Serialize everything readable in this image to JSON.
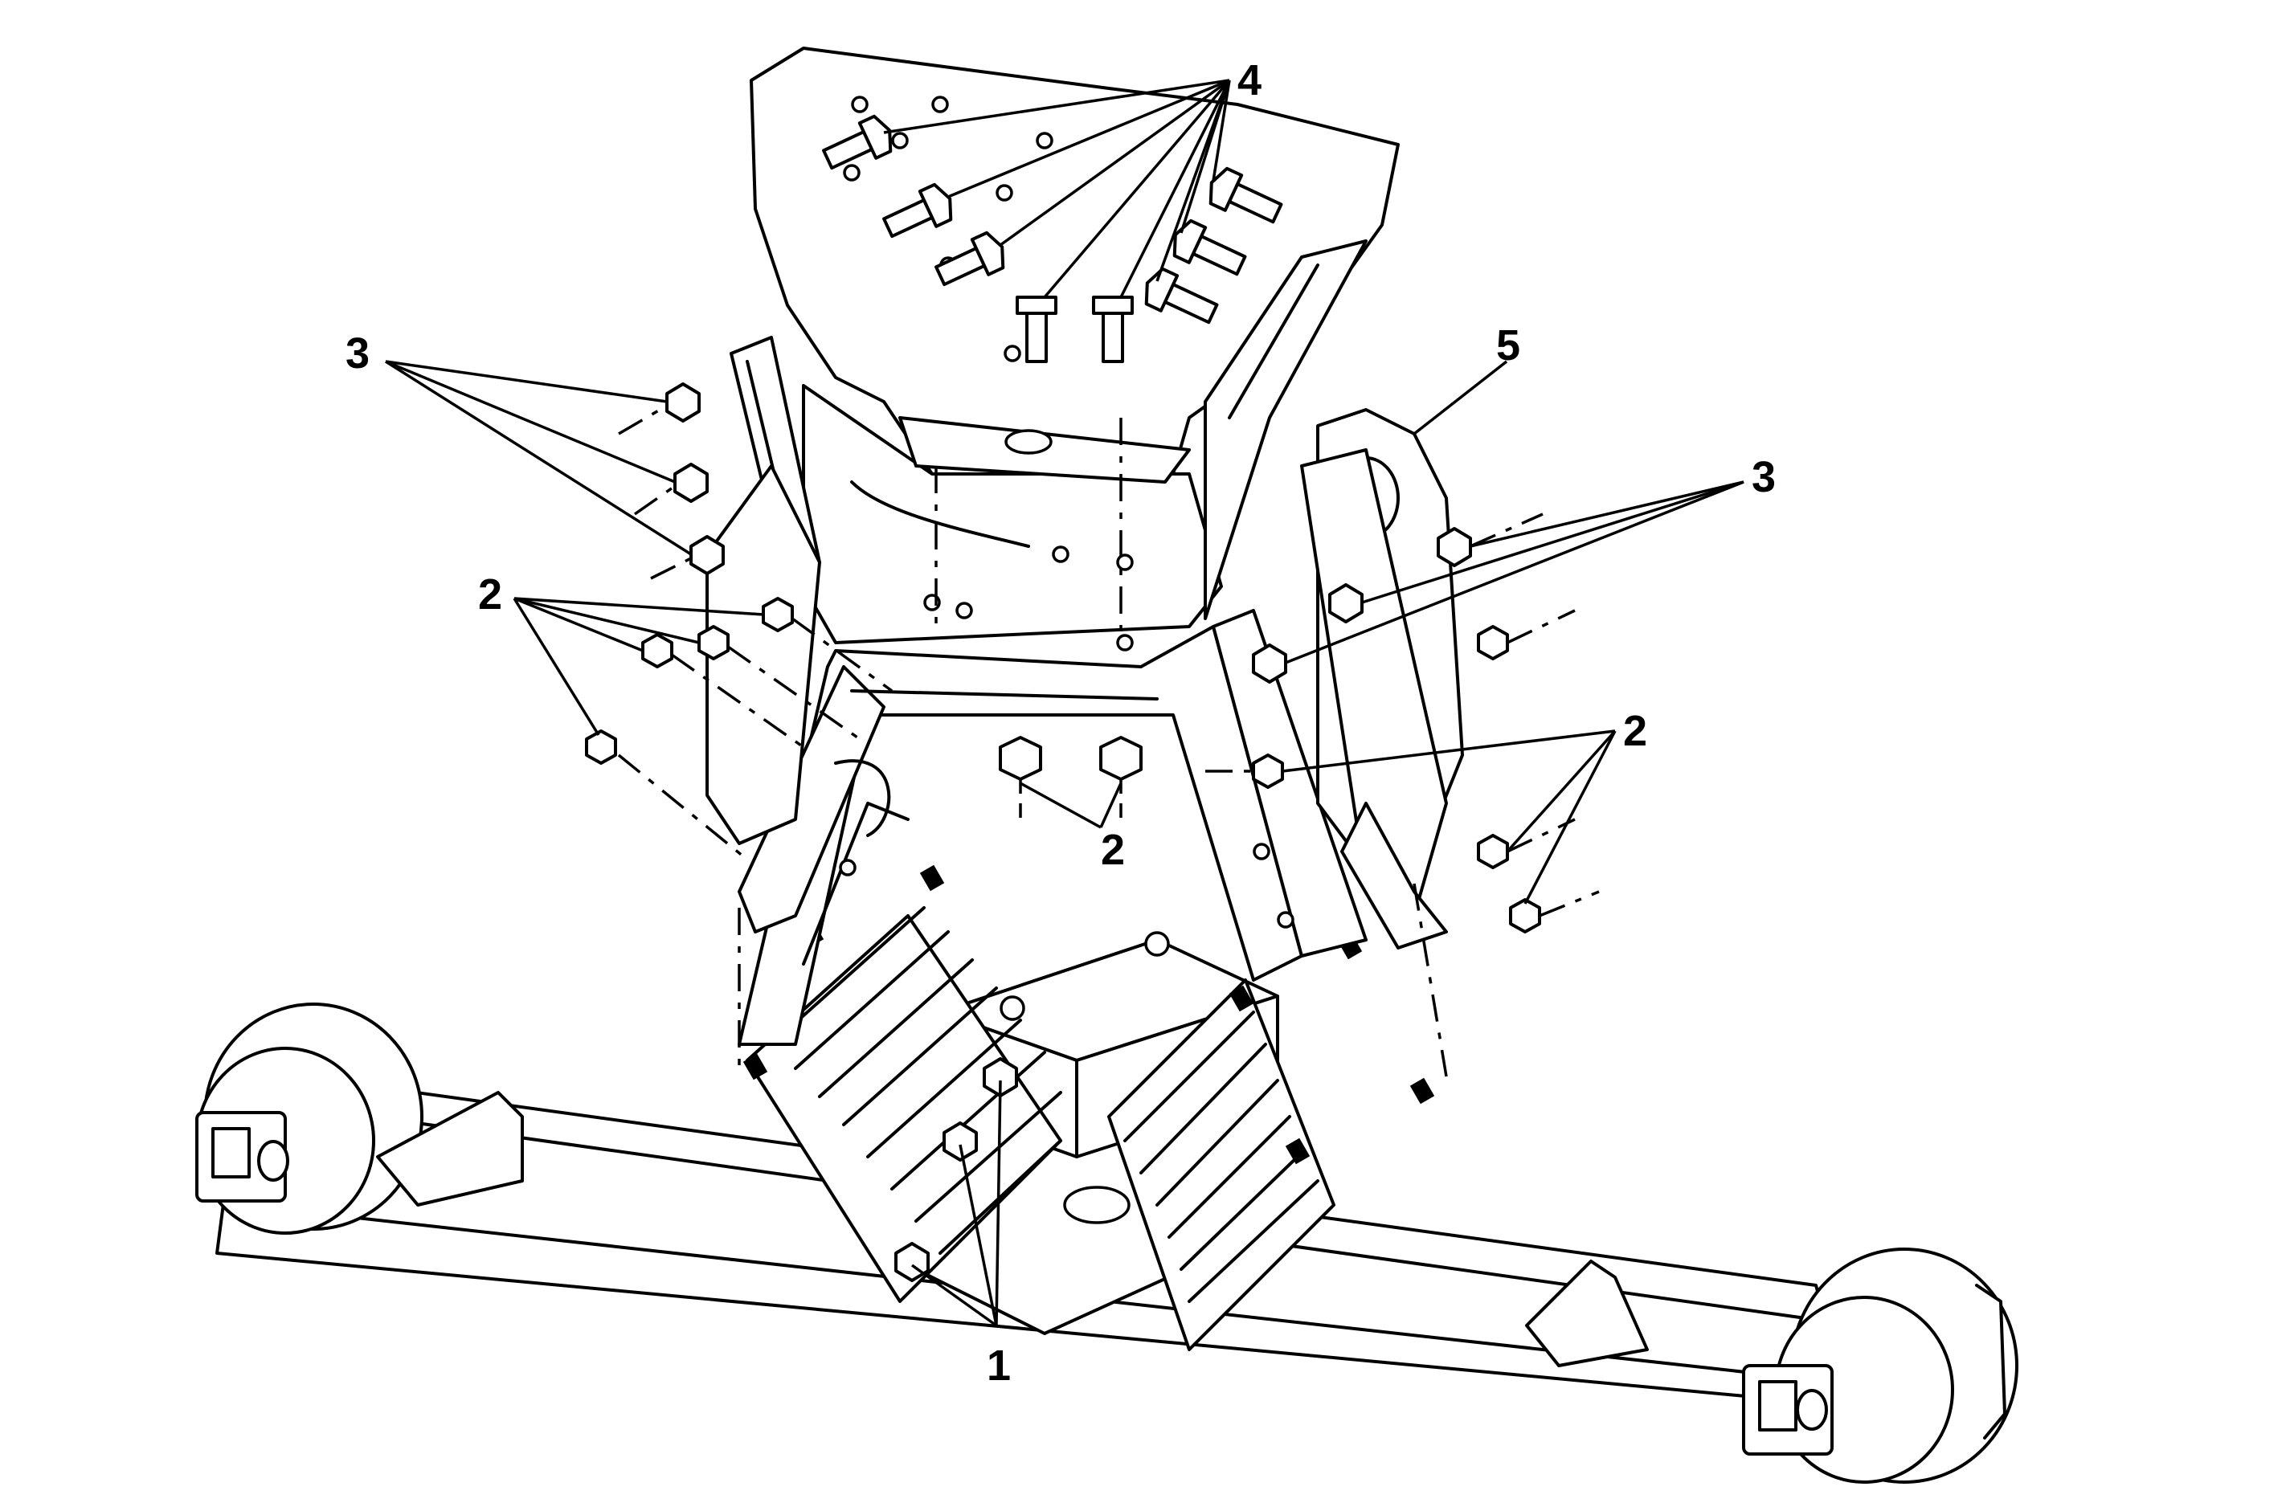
{
  "callouts": {
    "c1": "1",
    "c2_left": "2",
    "c2_center": "2",
    "c2_right": "2",
    "c3_left": "3",
    "c3_right": "3",
    "c4": "4",
    "c5": "5"
  },
  "colors": {
    "line": "#000000",
    "background": "#ffffff"
  }
}
